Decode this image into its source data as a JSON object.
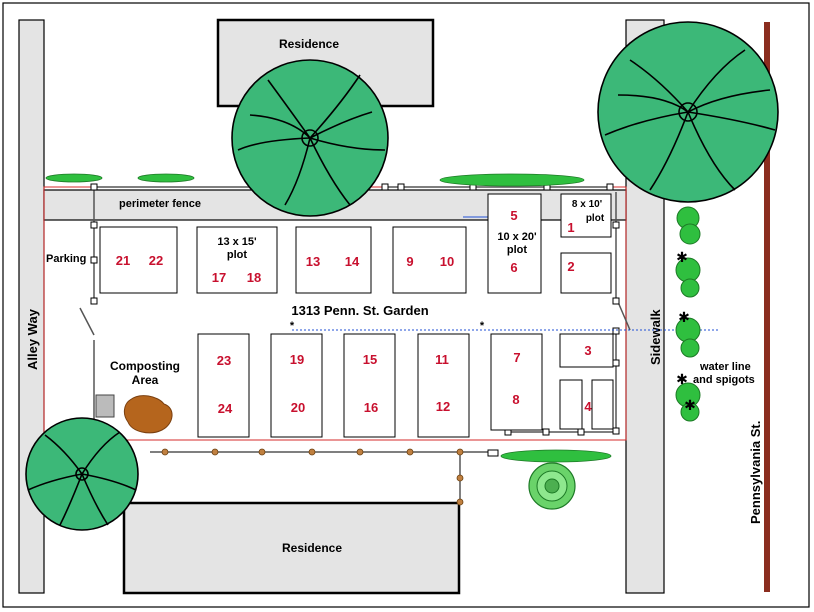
{
  "garden": {
    "title": "1313 Penn. St. Garden"
  },
  "labels": {
    "residence_top": "Residence",
    "residence_bottom": "Residence",
    "perimeter_fence": "perimeter fence",
    "parking": "Parking",
    "alley": "Alley Way",
    "sidewalk": "Sidewalk",
    "street": "Pennsylvania St.",
    "composting_line1": "Composting",
    "composting_line2": "Area",
    "water_line1": "water line",
    "water_line2": "and spigots",
    "plot_13x15_line1": "13 x 15'",
    "plot_13x15_line2": "plot",
    "plot_10x20_line1": "10 x 20'",
    "plot_10x20_line2": "plot",
    "plot_8x10_line1": "8 x 10'",
    "plot_8x10_line2": "plot",
    "spigot_marker": "*"
  },
  "plots": {
    "p1": "1",
    "p2": "2",
    "p3": "3",
    "p4": "4",
    "p5": "5",
    "p6": "6",
    "p7": "7",
    "p8": "8",
    "p9": "9",
    "p10": "10",
    "p11": "11",
    "p12": "12",
    "p13": "13",
    "p14": "14",
    "p15": "15",
    "p16": "16",
    "p17": "17",
    "p18": "18",
    "p19": "19",
    "p20": "20",
    "p21": "21",
    "p22": "22",
    "p23": "23",
    "p24": "24"
  },
  "colors": {
    "plot_number": "#c8102e",
    "tree": "#3cb878",
    "hedge": "#2fbf3f",
    "fence": "#d62b2b",
    "water_line": "#1f4fd6",
    "compost": "#b5651d",
    "street_line": "#8b2d1f"
  }
}
